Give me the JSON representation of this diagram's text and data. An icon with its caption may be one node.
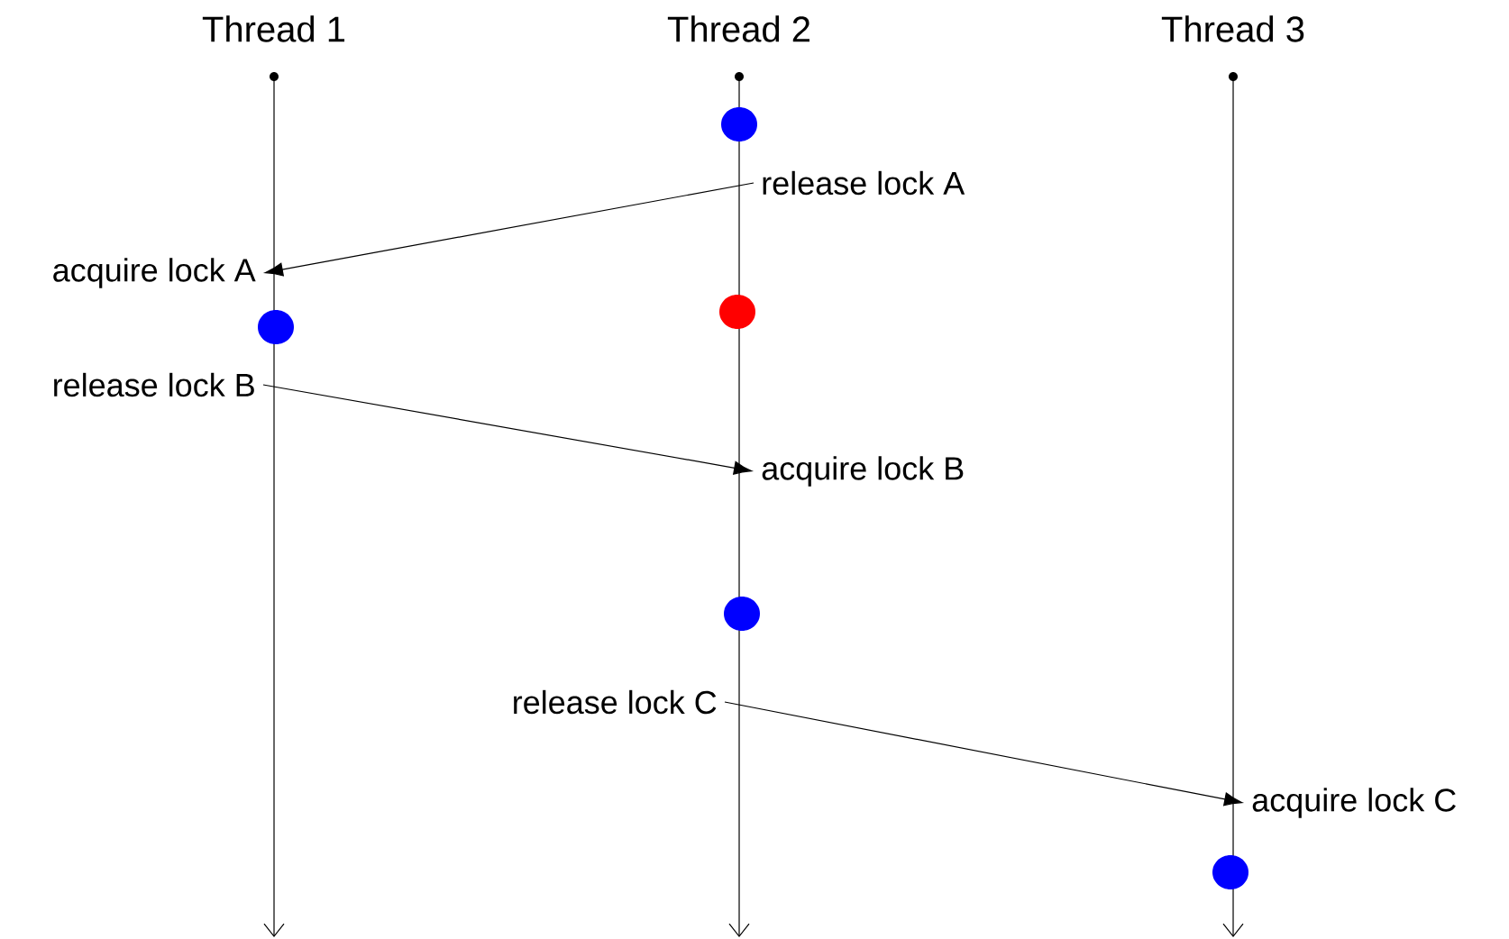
{
  "diagram": {
    "nodes": [
      {
        "text": [],
        "shape": "circle"
      },
      {
        "text": [
          "release lock A"
        ]
      },
      {
        "text": [
          "acquire lock A"
        ]
      },
      {
        "text": [],
        "shape": "circle"
      },
      {
        "text": [],
        "shape": "circle"
      },
      {
        "text": [
          "release lock B"
        ]
      },
      {
        "text": [
          "acquire lock B"
        ]
      },
      {
        "text": [],
        "shape": "circle"
      },
      {
        "text": [
          "release lock C"
        ]
      },
      {
        "text": [
          "acquire lock C"
        ]
      },
      {
        "text": [],
        "shape": "circle"
      }
    ],
    "edges": [
      {
        "from": 1,
        "to": 2,
        "arrow": "to"
      },
      {
        "from": 5,
        "to": 6,
        "arrow": "to"
      },
      {
        "from": 8,
        "to": 9,
        "arrow": "to"
      }
    ],
    "labels": [
      "Thread 1",
      "Thread 2",
      "Thread 3"
    ]
  }
}
